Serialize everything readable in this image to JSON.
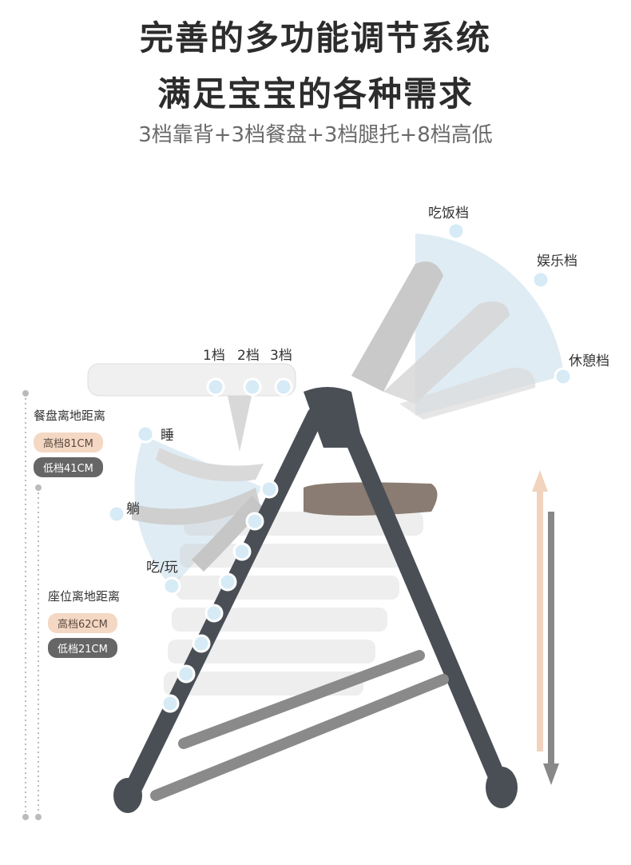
{
  "header": {
    "title_line1": "完善的多功能调节系统",
    "title_line2": "满足宝宝的各种需求",
    "subtitle": "3档靠背+3档餐盘+3档腿托+8档高低"
  },
  "backrest_modes": {
    "eat": "吃饭档",
    "play": "娱乐档",
    "rest": "休憩档"
  },
  "tray_positions": [
    "1档",
    "2档",
    "3档"
  ],
  "legrest_modes": {
    "sleep": "睡",
    "lie": "躺",
    "eat_play": "吃/玩"
  },
  "tray_height": {
    "label": "餐盘离地距离",
    "high": "高档81CM",
    "low": "低档41CM"
  },
  "seat_height": {
    "label": "座位离地距离",
    "high": "高档62CM",
    "low": "低档21CM"
  },
  "colors": {
    "accent_dot": "#d6ebf6",
    "arc_fill": "#dbeaf3",
    "frame": "#4a4f56",
    "pill_high": "#f4d8c4",
    "pill_low": "#666666"
  }
}
